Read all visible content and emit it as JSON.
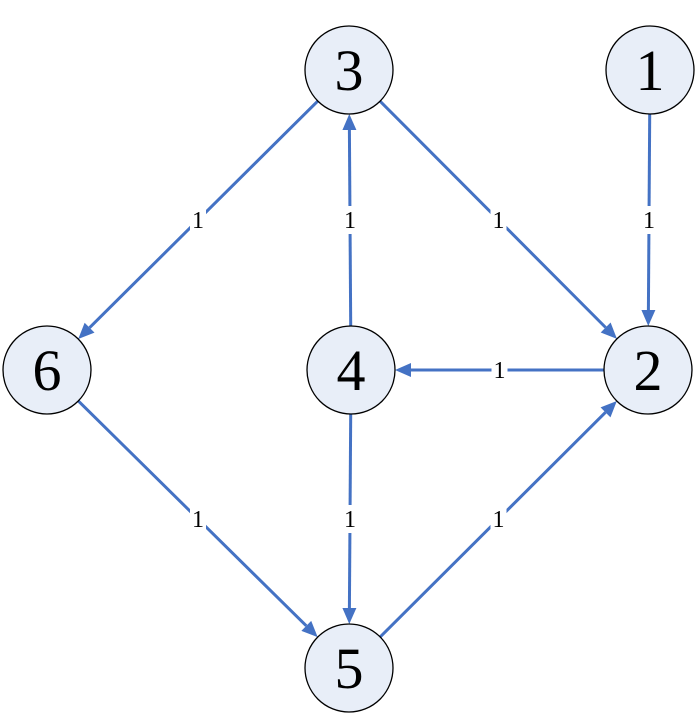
{
  "nodes": [
    {
      "id": "1",
      "label": "1"
    },
    {
      "id": "2",
      "label": "2"
    },
    {
      "id": "3",
      "label": "3"
    },
    {
      "id": "4",
      "label": "4"
    },
    {
      "id": "5",
      "label": "5"
    },
    {
      "id": "6",
      "label": "6"
    }
  ],
  "edges": [
    {
      "from": "1",
      "to": "2",
      "weight": "1"
    },
    {
      "from": "3",
      "to": "2",
      "weight": "1"
    },
    {
      "from": "3",
      "to": "6",
      "weight": "1"
    },
    {
      "from": "4",
      "to": "3",
      "weight": "1"
    },
    {
      "from": "2",
      "to": "4",
      "weight": "1"
    },
    {
      "from": "4",
      "to": "5",
      "weight": "1"
    },
    {
      "from": "6",
      "to": "5",
      "weight": "1"
    },
    {
      "from": "5",
      "to": "2",
      "weight": "1"
    }
  ],
  "colors": {
    "edge": "#4472c4",
    "node_fill": "#e8eef8",
    "node_stroke": "#000000"
  }
}
